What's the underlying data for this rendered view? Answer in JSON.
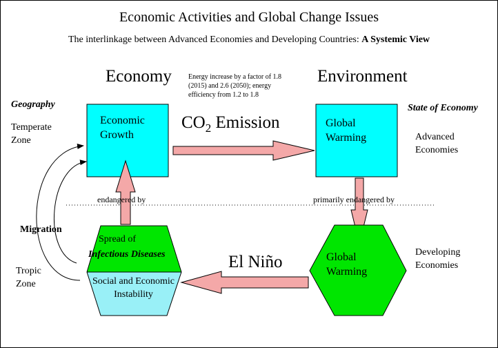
{
  "title": "Economic Activities and Global Change Issues",
  "subtitle": {
    "prefix": "The interlinkage between Advanced Economies and Developing Countries: ",
    "emphasis": "A Systemic View"
  },
  "headings": {
    "economy": "Economy",
    "environment": "Environment",
    "geography": "Geography",
    "state_of_economy": "State of Economy"
  },
  "energy_note": "Energy increase by a factor of 1.8 (2015) and 2.6 (2050); energy efficiency from 1.2 to 1.8",
  "zones": {
    "temperate": "Temperate Zone",
    "tropic": "Tropic Zone"
  },
  "economies": {
    "advanced": "Advanced Economies",
    "developing": "Developing Economies"
  },
  "nodes": {
    "economic_growth": "Economic Growth",
    "global_warming_top": "Global Warming",
    "global_warming_bottom": "Global Warming",
    "spread_of": "Spread of",
    "infectious_diseases": "Infectious Diseases",
    "instability": "Social and Economic Instability"
  },
  "flows": {
    "co2_prefix": "CO",
    "co2_subscript": "2",
    "co2_suffix": " Emission",
    "el_nino": "El Niño",
    "endangered_by": "endangered by",
    "primarily_endangered_by": "primarily endangered by",
    "migration": "Migration"
  },
  "colors": {
    "cyan": "#00FFFF",
    "green": "#00E600",
    "light_cyan": "#99F0F7",
    "arrow_fill": "#F4A8A8",
    "outline": "#000000"
  }
}
